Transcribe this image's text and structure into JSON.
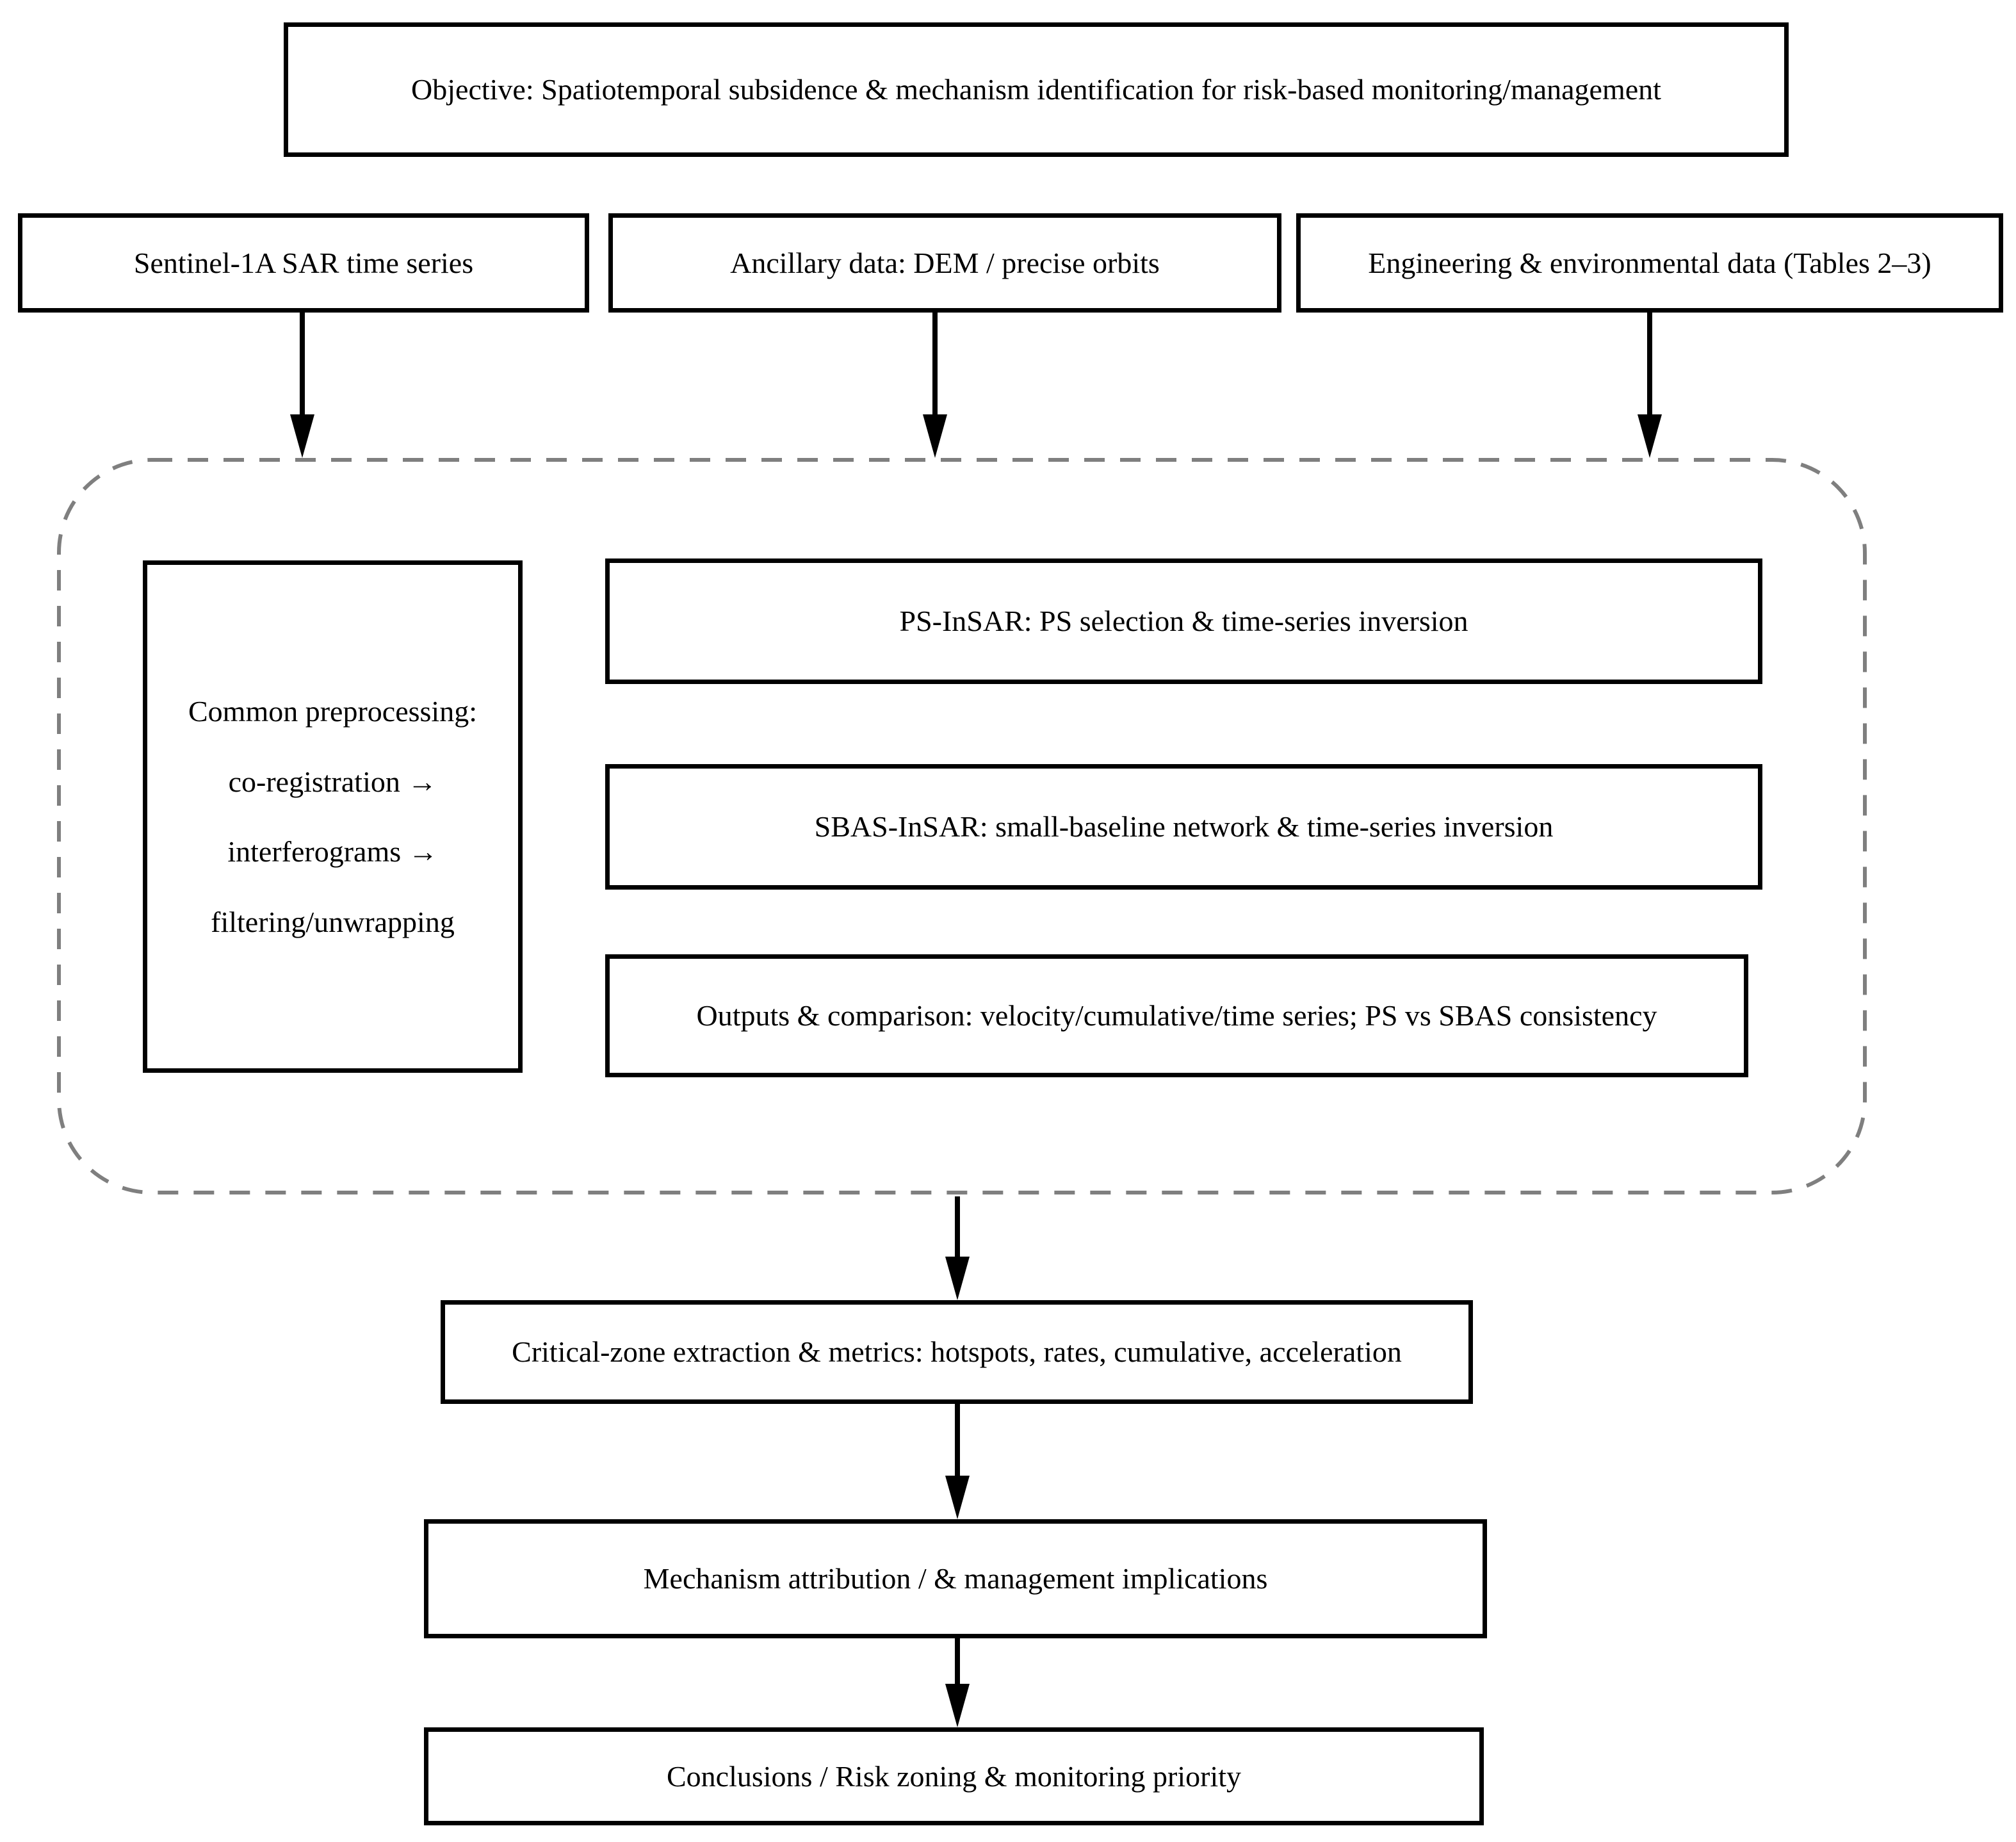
{
  "diagram": {
    "objective": "Objective: Spatiotemporal subsidence & mechanism identification for risk-based monitoring/management",
    "inputs": [
      "Sentinel-1A SAR time series",
      "Ancillary data: DEM / precise orbits",
      "Engineering & environmental data (Tables 2–3)"
    ],
    "processing_group": {
      "preprocessing_lines": [
        "Common preprocessing:",
        "co-registration →",
        "interferograms →",
        "filtering/unwrapping"
      ],
      "stages": [
        "PS-InSAR: PS selection & time-series inversion",
        "SBAS-InSAR: small-baseline network & time-series inversion",
        "Outputs & comparison: velocity/cumulative/time series; PS vs SBAS consistency"
      ]
    },
    "downstream": [
      "Critical-zone extraction & metrics: hotspots, rates, cumulative, acceleration",
      "Mechanism attribution / & management implications",
      "Conclusions / Risk zoning & monitoring priority"
    ],
    "arrows": [
      {
        "from": "sentinel-1a-input",
        "to": "insar-processing-group"
      },
      {
        "from": "ancillary-data-input",
        "to": "insar-processing-group"
      },
      {
        "from": "engineering-data-input",
        "to": "insar-processing-group"
      },
      {
        "from": "insar-processing-group",
        "to": "critical-zone-box"
      },
      {
        "from": "critical-zone-box",
        "to": "mechanism-box"
      },
      {
        "from": "mechanism-box",
        "to": "conclusions-box"
      }
    ],
    "colors": {
      "background": "#ffffff",
      "box_border": "#000000",
      "text": "#000000",
      "dashed_group_border": "#7f7f7f",
      "arrow": "#000000"
    }
  }
}
